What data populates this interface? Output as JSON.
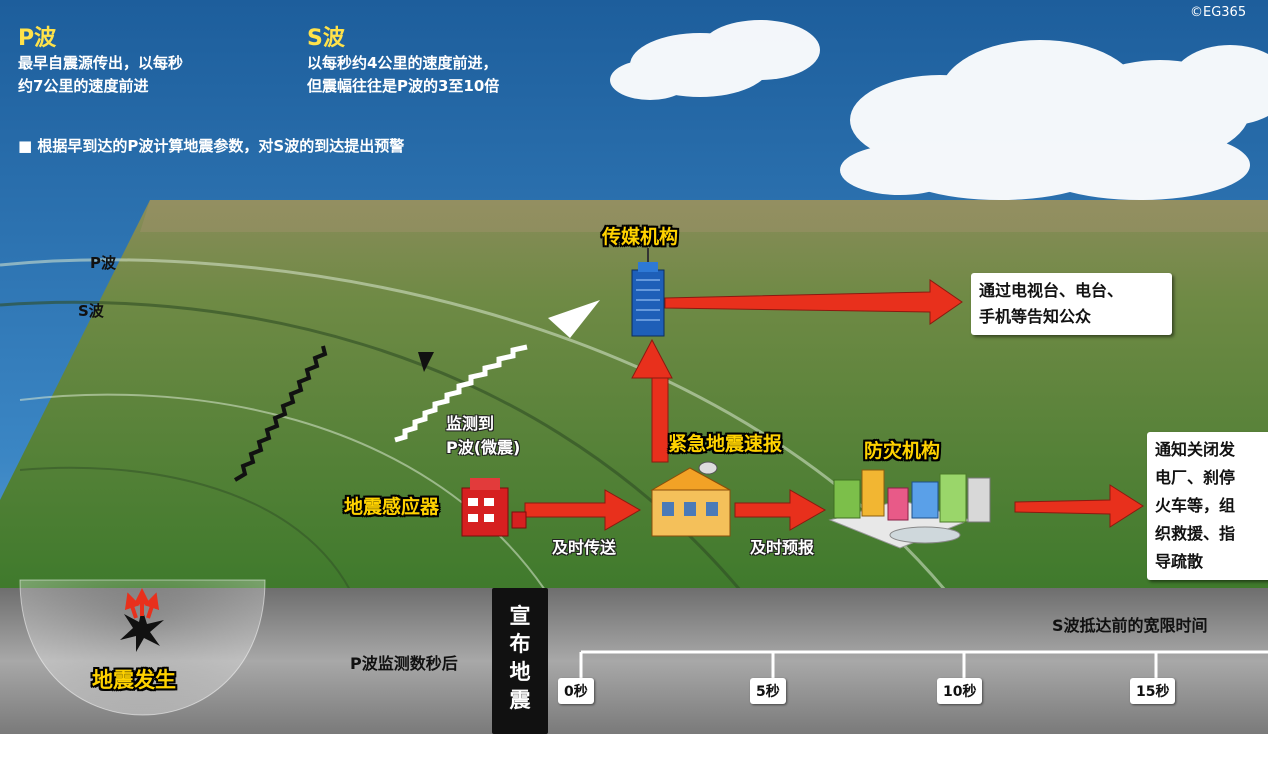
{
  "copyright": "©EG365",
  "p_wave": {
    "title": "P波",
    "lines": [
      "最早自震源传出，以每秒",
      "约7公里的速度前进"
    ]
  },
  "s_wave": {
    "title": "S波",
    "lines": [
      "以每秒约4公里的速度前进，",
      "但震幅往往是P波的3至10倍"
    ]
  },
  "bullet_note": "根据早到达的P波计算地震参数，对S波的到达提出预警",
  "wave_labels": {
    "p": "P波",
    "s": "S波"
  },
  "nodes": {
    "media": "传媒机构",
    "bulletin": "紧急地震速报",
    "disaster": "防灾机构",
    "sensor": "地震感应器",
    "detect": [
      "监测到",
      "P波(微震)"
    ],
    "quake": "地震发生"
  },
  "arrows": {
    "transmit": "及时传送",
    "forecast": "及时预报"
  },
  "boxes": {
    "media_notice": [
      "通过电视台、电台、",
      "手机等告知公众"
    ],
    "disaster_notice": [
      "通知关闭发",
      "电厂、刹停",
      "火车等，组",
      "织救援、指",
      "导疏散"
    ]
  },
  "timeline": {
    "announce": [
      "宣",
      "布",
      "地",
      "震"
    ],
    "after_label": "P波监测数秒后",
    "grace_label": "S波抵达前的宽限时间",
    "ticks": [
      "0秒",
      "5秒",
      "10秒",
      "15秒"
    ]
  },
  "colors": {
    "sky": "#2a6fae",
    "ground_green": "#5b8a3a",
    "arrow_red": "#e8301c",
    "title_yellow": "#ffe24a",
    "highlight_yellow": "#ffd200"
  }
}
